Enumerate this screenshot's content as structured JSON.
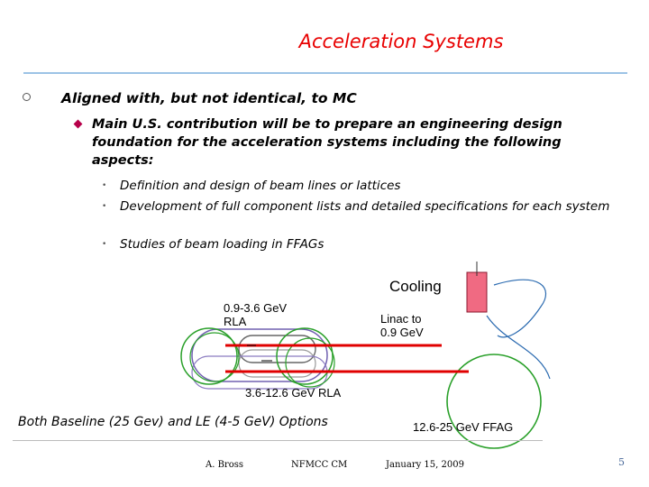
{
  "title": "Acceleration Systems",
  "bullets": {
    "level1": "Aligned with, but not identical, to MC",
    "level2": "Main U.S. contribution will be to prepare an engineering design foundation for the acceleration systems including the following aspects:",
    "level3": [
      "Definition and design of beam lines or lattices",
      "Development of full component lists and detailed specifications for each system",
      "Studies of beam loading in FFAGs"
    ]
  },
  "diagram": {
    "cooling": "Cooling",
    "rla1": "0.9-3.6 GeV RLA",
    "linac": "Linac to 0.9 GeV",
    "rla2": "3.6-12.6 GeV RLA",
    "ffag": "12.6-25 GeV FFAG",
    "options": "Both Baseline (25 Gev) and LE (4-5 GeV) Options"
  },
  "footer": {
    "author": "A. Bross",
    "meeting": "NFMCC CM",
    "date": "January 15, 2009",
    "page": "5"
  }
}
